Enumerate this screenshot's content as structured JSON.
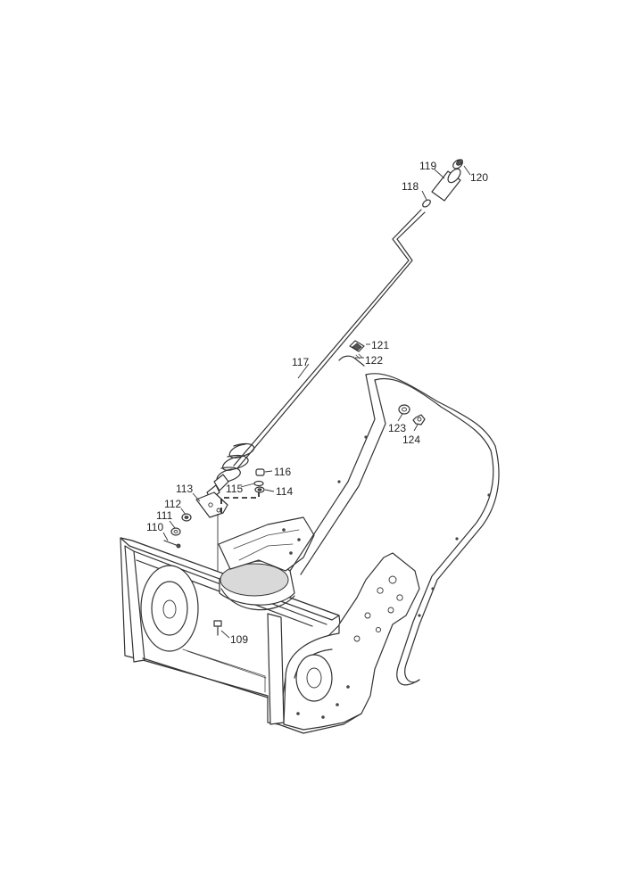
{
  "diagram": {
    "part_numbers": {
      "p109": "109",
      "p110": "110",
      "p111": "111",
      "p112": "112",
      "p113": "113",
      "p114": "114",
      "p115": "115",
      "p116": "116",
      "p117": "117",
      "p118": "118",
      "p119": "119",
      "p120": "120",
      "p121": "121",
      "p122": "122",
      "p123": "123",
      "p124": "124"
    }
  }
}
